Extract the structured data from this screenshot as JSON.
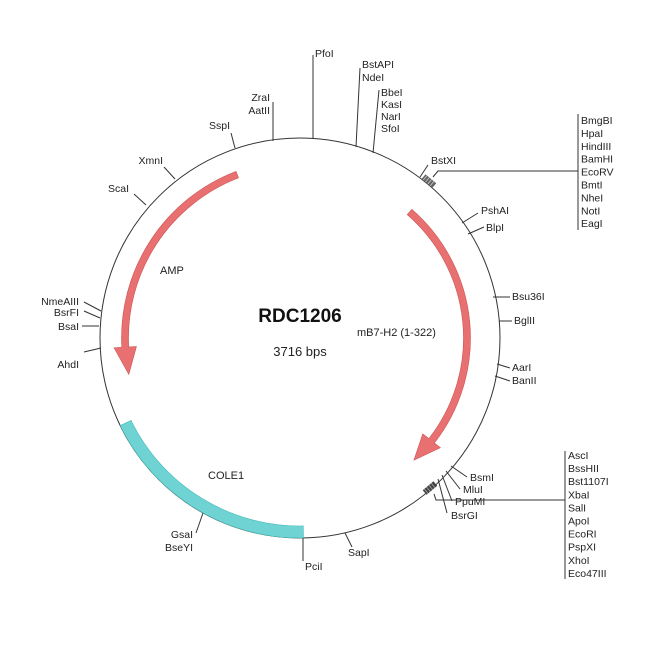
{
  "plasmid": {
    "name": "RDC1206",
    "size": "3716 bps"
  },
  "features": {
    "amp": "AMP",
    "insert": "mB7-H2 (1-322)",
    "ori": "COLE1"
  },
  "colors": {
    "amp_arrow": "#e87070",
    "insert_arrow": "#e87070",
    "ori": "#6fd3d3",
    "backbone": "#333333"
  },
  "sites": {
    "pfoi": "PfoI",
    "bstapi": "BstAPI",
    "ndei": "NdeI",
    "bbei": "BbeI",
    "kasi": "KasI",
    "nari": "NarI",
    "sfoi": "SfoI",
    "bstxi": "BstXI",
    "mcs1": [
      "BmgBI",
      "HpaI",
      "HindIII",
      "BamHI",
      "EcoRV",
      "BmtI",
      "NheI",
      "NotI",
      "EagI"
    ],
    "pshai": "PshAI",
    "blpi": "BlpI",
    "bsu36i": "Bsu36I",
    "bglii": "BglII",
    "aari": "AarI",
    "banii": "BanII",
    "bsmi": "BsmI",
    "mlui": "MluI",
    "ppumi": "PpuMI",
    "bsrgi": "BsrGI",
    "mcs2": [
      "AscI",
      "BssHII",
      "Bst1107I",
      "XbaI",
      "SalI",
      "ApoI",
      "EcoRI",
      "PspXI",
      "XhoI",
      "Eco47III"
    ],
    "sapi": "SapI",
    "pcii": "PciI",
    "gsai": "GsaI",
    "bseyi": "BseYI",
    "ahdi": "AhdI",
    "nmeaiii": "NmeAIII",
    "bsrfi": "BsrFI",
    "bsai": "BsaI",
    "scai": "ScaI",
    "xmni": "XmnI",
    "sspi": "SspI",
    "zrai": "ZraI",
    "aatii": "AatII"
  }
}
